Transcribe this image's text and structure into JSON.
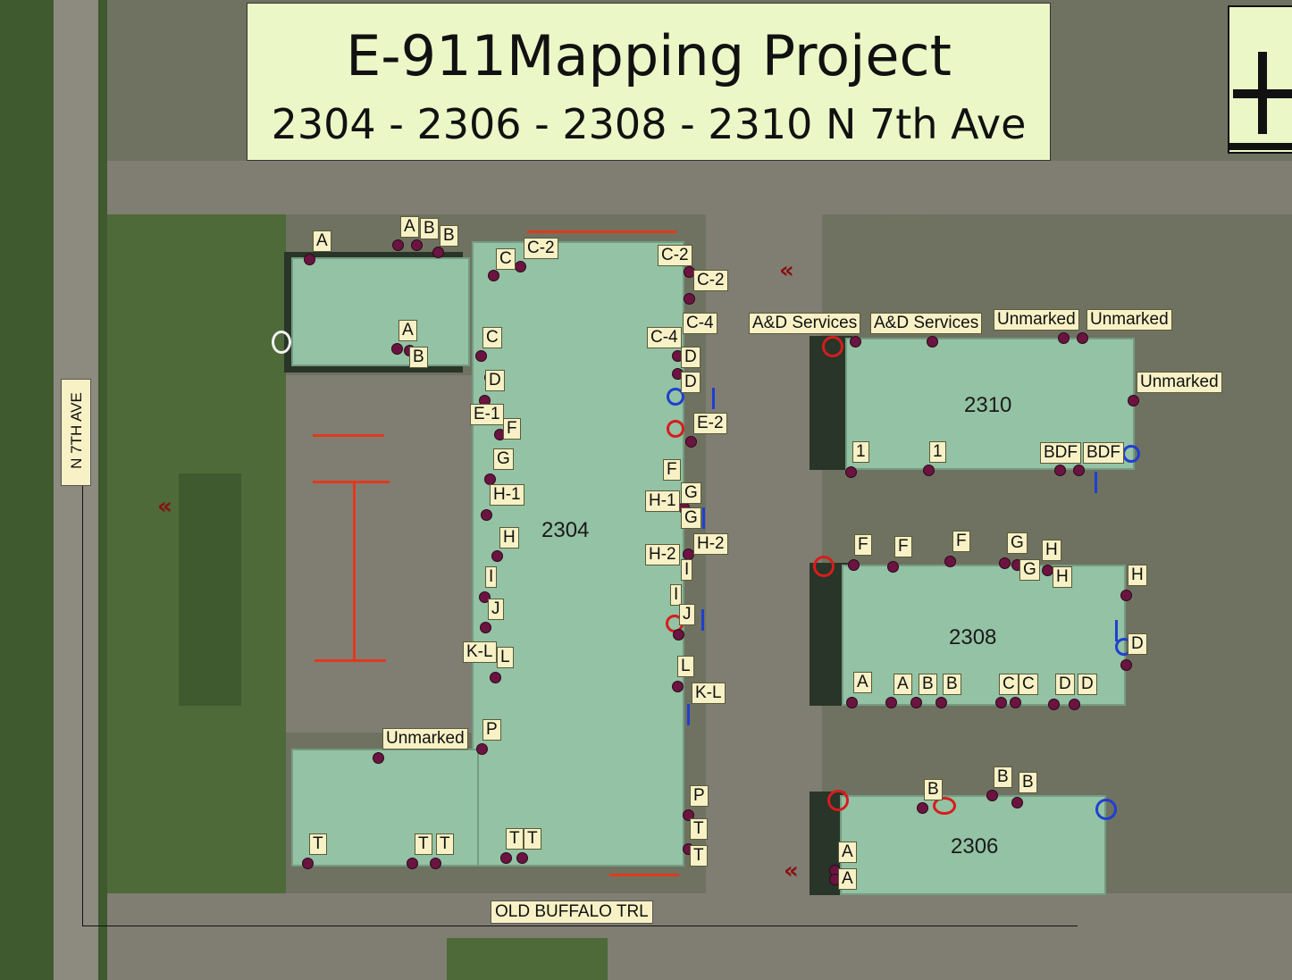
{
  "title": {
    "line1": "E-911Mapping Project",
    "line2": "2304 - 2306 - 2308 - 2310 N 7th Ave"
  },
  "north_arrow": {
    "icon": "north-arrow-icon"
  },
  "streets": {
    "vertical": "N 7TH AVE",
    "horizontal": "OLD BUFFALO TRL"
  },
  "buildings": {
    "b2304": "2304",
    "b2310": "2310",
    "b2308": "2308",
    "b2306": "2306"
  },
  "labels": {
    "l1": "A",
    "l2": "A",
    "l3": "B",
    "l4": "B",
    "l5": "C",
    "l6": "C-2",
    "l7": "C-2",
    "l8": "C-2",
    "l9": "A",
    "l10": "B",
    "l11": "C",
    "l12": "C-4",
    "l13": "C-4",
    "l14": "D",
    "l15": "D",
    "l16": "D",
    "l17": "E-1",
    "l18": "F",
    "l19": "E-2",
    "l20": "G",
    "l21": "H-1",
    "l22": "F",
    "l23": "H-1",
    "l24": "G",
    "l25": "G",
    "l26": "H",
    "l27": "H-2",
    "l28": "H-2",
    "l29": "I",
    "l30": "I",
    "l31": "J",
    "l32": "I",
    "l33": "J",
    "l34": "K-L",
    "l35": "L",
    "l36": "L",
    "l37": "K-L",
    "l38": "Unmarked",
    "l39": "P",
    "l40": "P",
    "l41": "T",
    "l42": "T",
    "l43": "T",
    "l44": "T",
    "l45": "T",
    "l46": "T",
    "l47": "T",
    "l48": "A&D Services",
    "l49": "A&D Services",
    "l50": "Unmarked",
    "l51": "Unmarked",
    "l52": "Unmarked",
    "l53": "1",
    "l54": "1",
    "l55": "BDF",
    "l56": "BDF",
    "l57": "F",
    "l58": "F",
    "l59": "F",
    "l60": "G",
    "l61": "H",
    "l62": "G",
    "l63": "H",
    "l64": "H",
    "l65": "D",
    "l66": "A",
    "l67": "A",
    "l68": "B",
    "l69": "B",
    "l70": "C",
    "l71": "C",
    "l72": "D",
    "l73": "D",
    "l74": "B",
    "l75": "B",
    "l76": "B",
    "l77": "A",
    "l78": "A"
  },
  "colors": {
    "label_bg": "#f7f1c5",
    "title_bg": "#ecf7c7",
    "roof": "#93c2a4",
    "point": "#6b1441",
    "red_marker": "#e2391c",
    "blue_marker": "#1f3fd0"
  },
  "symbols": {
    "entrance_point": "address-point-icon",
    "red_ring": "fire-connection-icon",
    "blue_ring": "standpipe-icon",
    "chevrons": "access-chevron-icon"
  }
}
